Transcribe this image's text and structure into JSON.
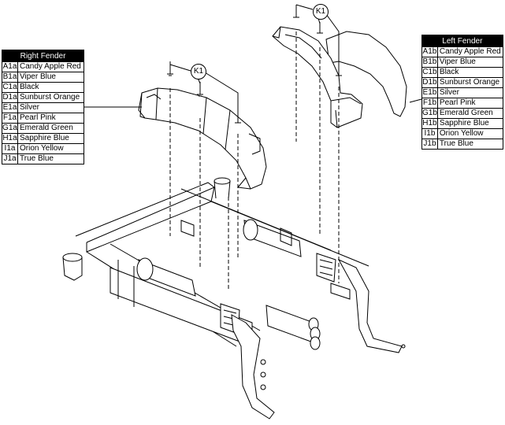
{
  "right_fender": {
    "title": "Right Fender",
    "rows": [
      {
        "code": "A1a",
        "color": "Candy Apple Red"
      },
      {
        "code": "B1a",
        "color": "Viper Blue"
      },
      {
        "code": "C1a",
        "color": "Black"
      },
      {
        "code": "D1a",
        "color": "Sunburst Orange"
      },
      {
        "code": "E1a",
        "color": "Silver"
      },
      {
        "code": "F1a",
        "color": "Pearl Pink"
      },
      {
        "code": "G1a",
        "color": "Emerald Green"
      },
      {
        "code": "H1a",
        "color": "Sapphire Blue"
      },
      {
        "code": "I1a",
        "color": "Orion Yellow"
      },
      {
        "code": "J1a",
        "color": "True Blue"
      }
    ]
  },
  "left_fender": {
    "title": "Left Fender",
    "rows": [
      {
        "code": "A1b",
        "color": "Candy Apple Red"
      },
      {
        "code": "B1b",
        "color": "Viper Blue"
      },
      {
        "code": "C1b",
        "color": "Black"
      },
      {
        "code": "D1b",
        "color": "Sunburst Orange"
      },
      {
        "code": "E1b",
        "color": "Silver"
      },
      {
        "code": "F1b",
        "color": "Pearl Pink"
      },
      {
        "code": "G1b",
        "color": "Emerald Green"
      },
      {
        "code": "H1b",
        "color": "Sapphire Blue"
      },
      {
        "code": "I1b",
        "color": "Orion Yellow"
      },
      {
        "code": "J1b",
        "color": "True Blue"
      }
    ]
  },
  "callouts": {
    "right": "K1",
    "left": "K1"
  }
}
